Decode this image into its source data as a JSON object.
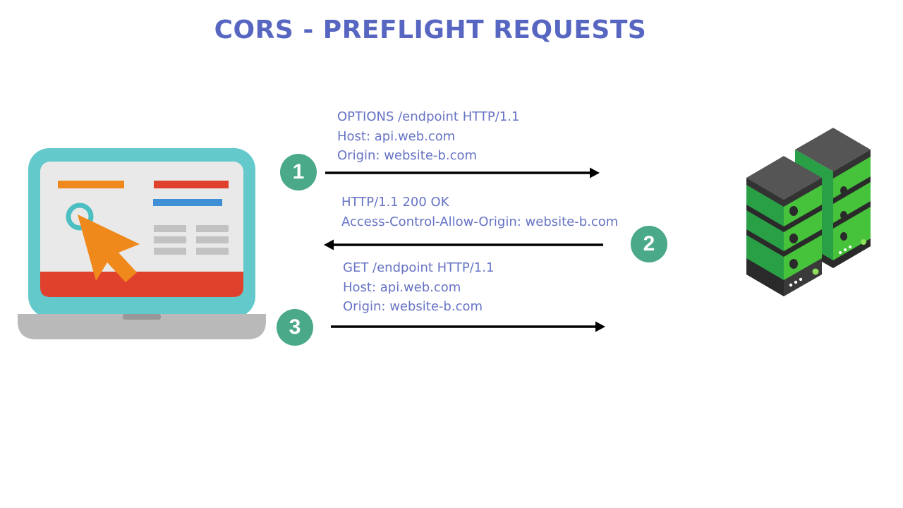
{
  "title": "CORS - PREFLIGHT REQUESTS",
  "steps": [
    {
      "number": "1",
      "direction": "client-to-server",
      "lines": [
        "OPTIONS /endpoint HTTP/1.1",
        "Host: api.web.com",
        "Origin: website-b.com"
      ]
    },
    {
      "number": "2",
      "direction": "server-to-client",
      "lines": [
        "HTTP/1.1 200 OK",
        "Access-Control-Allow-Origin: website-b.com"
      ]
    },
    {
      "number": "3",
      "direction": "client-to-server",
      "lines": [
        "GET /endpoint HTTP/1.1",
        "Host: api.web.com",
        "Origin: website-b.com"
      ]
    }
  ],
  "colors": {
    "title": "#5766c1",
    "text": "#6673c4",
    "badge": "#4aa989",
    "arrow": "#000000"
  },
  "icons": {
    "client": "laptop-icon",
    "server": "server-rack-icon"
  }
}
